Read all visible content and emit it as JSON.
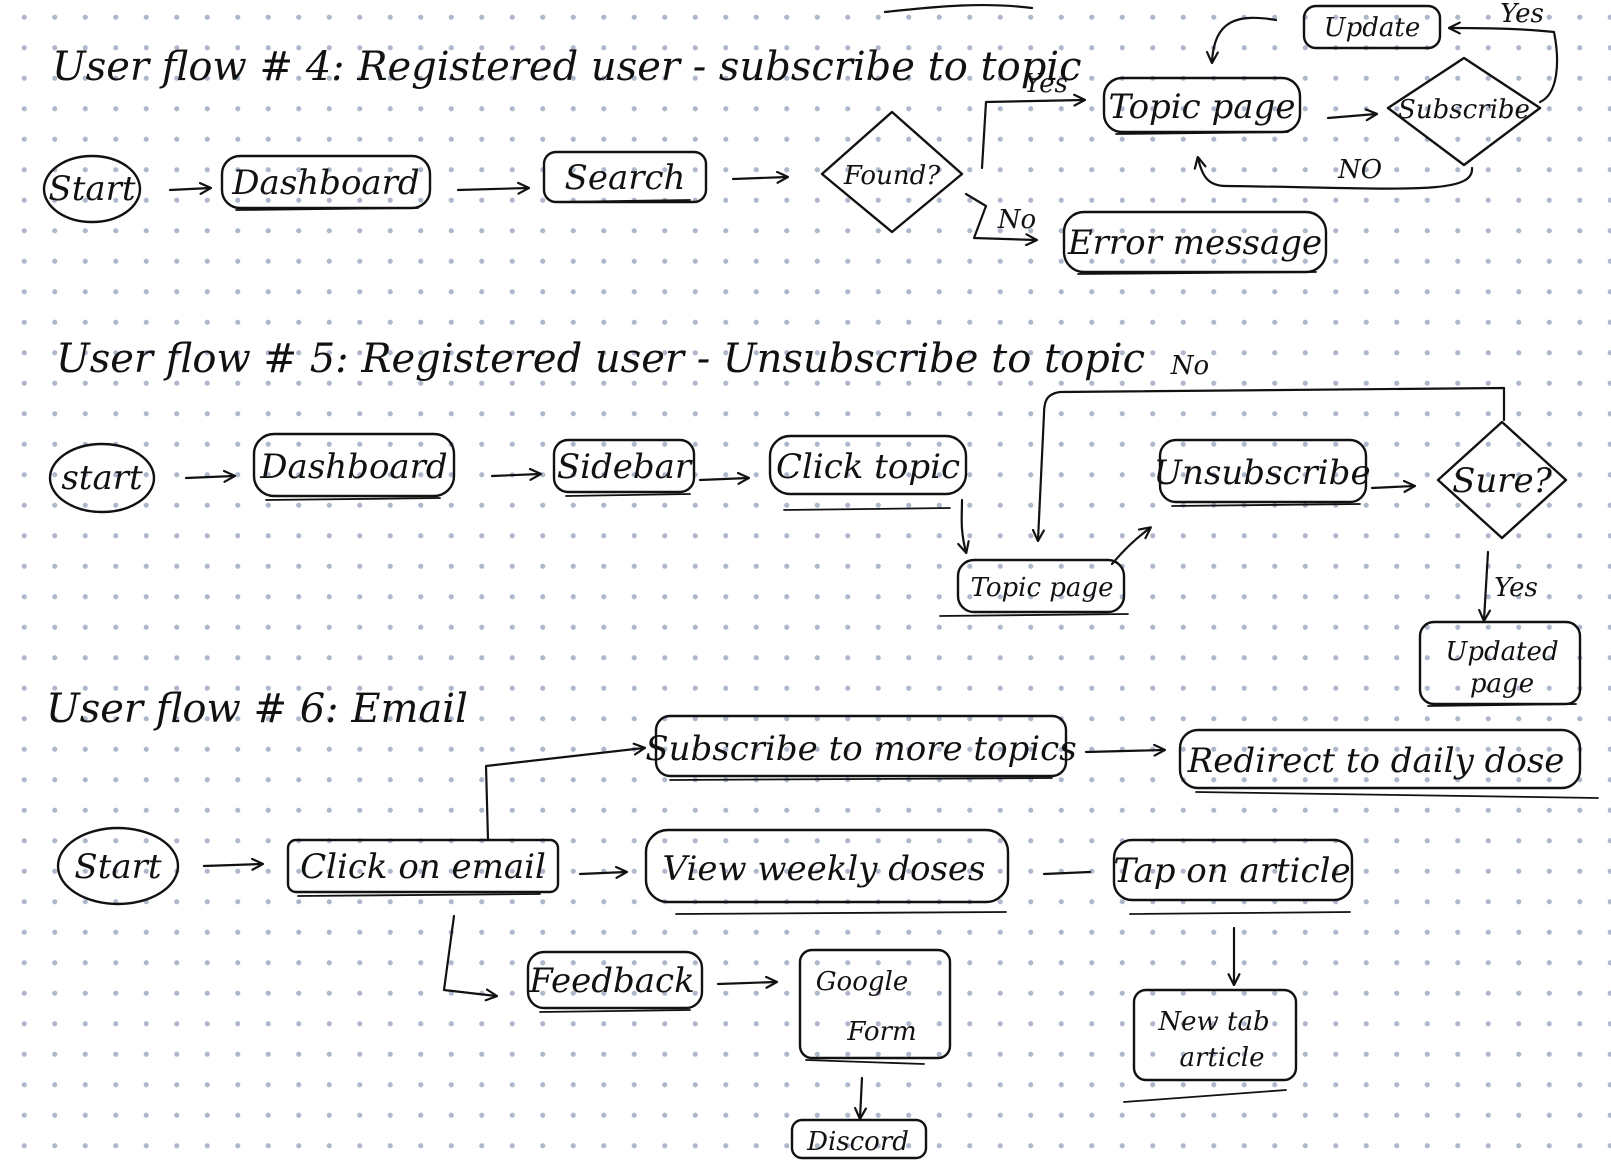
{
  "flows": [
    {
      "title": "User flow # 4: Registered user - subscribe to topic",
      "nodes": {
        "start": "Start",
        "dashboard": "Dashboard",
        "search": "Search",
        "found": "Found?",
        "topic_page": "Topic page",
        "subscribe": "Subscribe",
        "update": "Update",
        "error": "Error message"
      },
      "edges": {
        "yes_topic": "Yes",
        "no_error": "No",
        "yes_update": "Yes",
        "no_back": "NO"
      }
    },
    {
      "title": "User flow # 5: Registered user - Unsubscribe to topic",
      "nodes": {
        "start": "start",
        "dashboard": "Dashboard",
        "sidebar": "Sidebar",
        "click_topic": "Click topic",
        "topic_page": "Topic page",
        "unsubscribe": "Unsubscribe",
        "sure": "Sure?",
        "updated_1": "Updated",
        "updated_2": "page"
      },
      "edges": {
        "no": "No",
        "yes": "Yes"
      }
    },
    {
      "title": "User flow # 6: Email",
      "nodes": {
        "start": "Start",
        "click_email": "Click on email",
        "subscribe_more": "Subscribe to more topics",
        "redirect": "Redirect to daily dose",
        "view_weekly": "View weekly doses",
        "tap_article": "Tap on article",
        "new_tab_1": "New tab",
        "new_tab_2": "article",
        "feedback": "Feedback",
        "google_1": "Google",
        "google_2": "Form",
        "discord": "Discord"
      }
    }
  ]
}
